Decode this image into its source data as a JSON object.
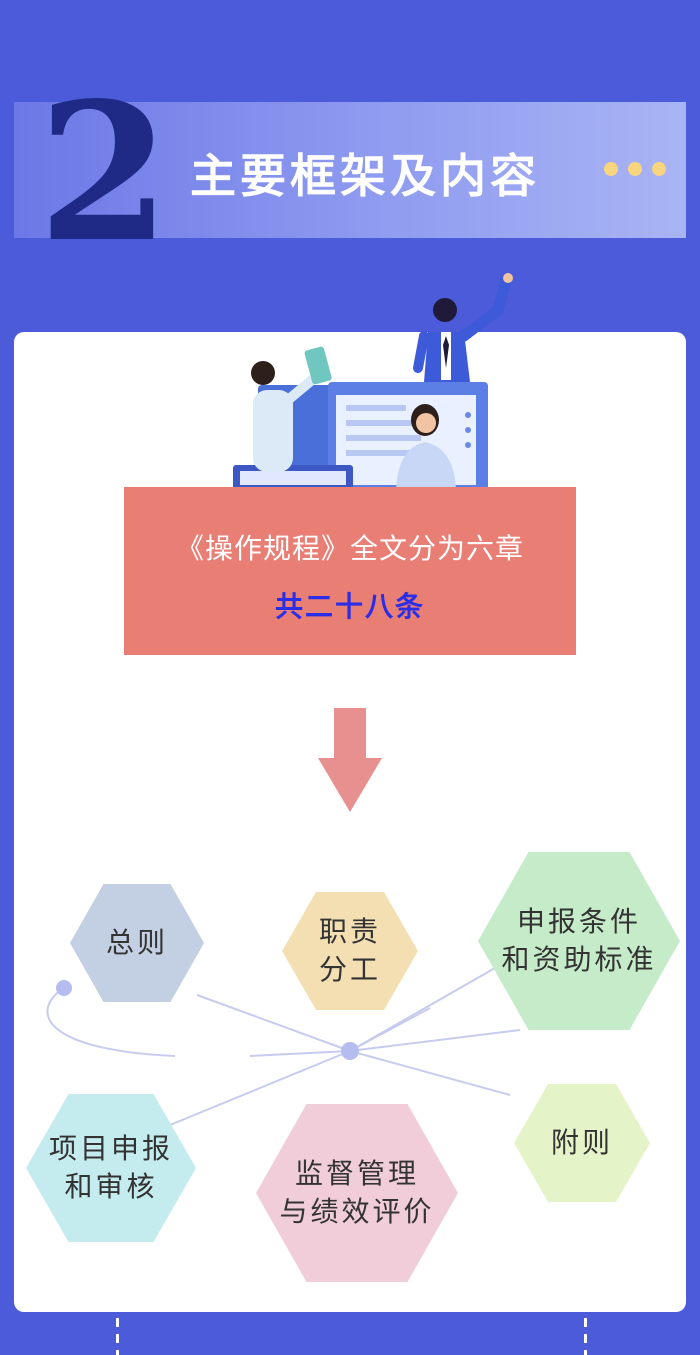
{
  "banner": {
    "number": "2",
    "title": "主要框架及内容"
  },
  "infobox": {
    "line1": "《操作规程》全文分为六章",
    "line2": "共二十八条"
  },
  "chapters": [
    {
      "label": "总则",
      "color": "#c3cfe2"
    },
    {
      "label": "职责\n分工",
      "color": "#f4dfb3"
    },
    {
      "label": "申报条件\n和资助标准",
      "color": "#c6ebc9"
    },
    {
      "label": "项目申报\n和审核",
      "color": "#c4ecef"
    },
    {
      "label": "监督管理\n与绩效评价",
      "color": "#f0cdd9"
    },
    {
      "label": "附则",
      "color": "#e4f4c8"
    }
  ],
  "colors": {
    "background": "#4b5bd9",
    "banner_number": "#1e2a86",
    "infobox": "#e97e75",
    "infobox_highlight": "#2a2ee6",
    "arrow": "#e88f8f"
  }
}
